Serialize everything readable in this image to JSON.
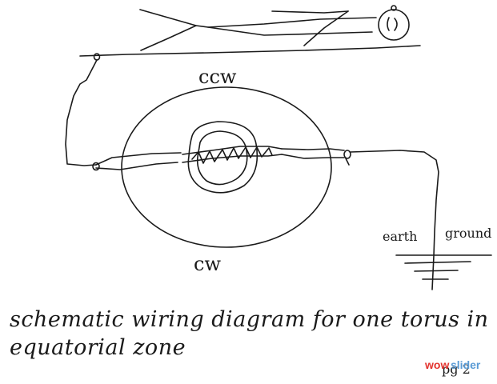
{
  "diagram": {
    "labels": {
      "top_direction": "ccw",
      "bottom_direction": "cw",
      "ground_left": "earth",
      "ground_right": "ground"
    },
    "caption": {
      "line1": "schematic wiring diagram for one torus in",
      "line2": "equatorial zone"
    },
    "page_number": "pg 2"
  },
  "watermark": {
    "main": "wow",
    "sub": "slider",
    "colors": {
      "main": "#e3342f",
      "sub": "#5a9bd5"
    }
  }
}
